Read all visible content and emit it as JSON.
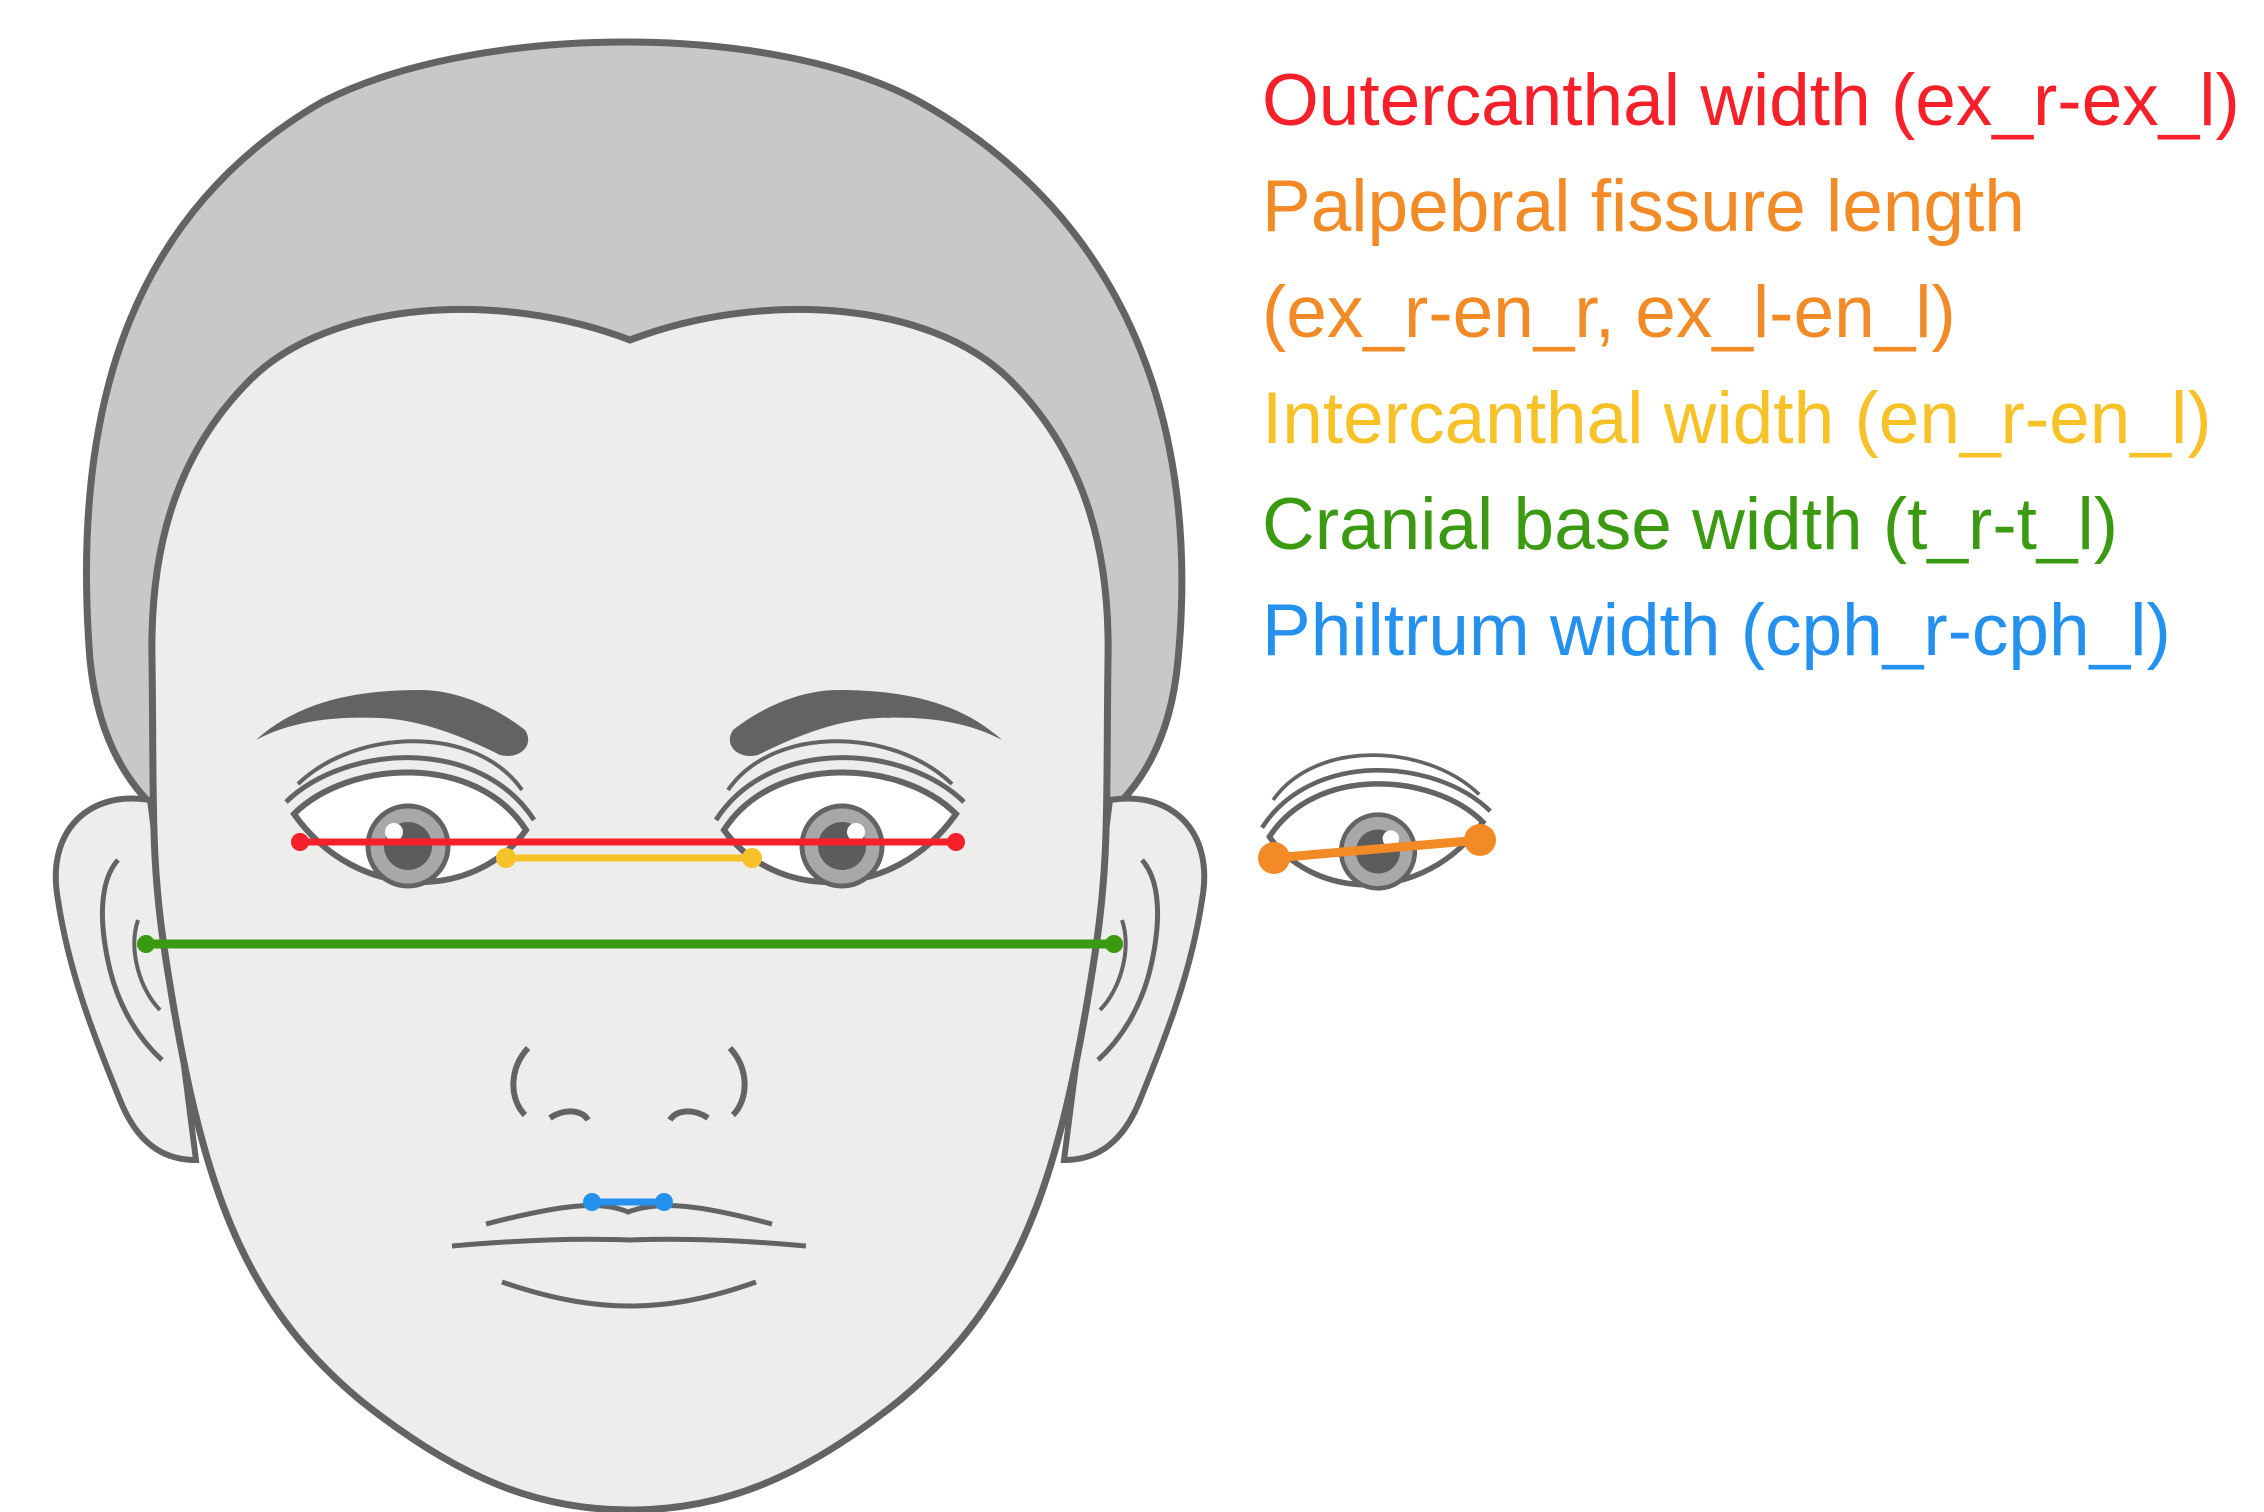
{
  "legend": [
    {
      "key": "outercanthal",
      "text": "Outercanthal width (ex_r-ex_l)",
      "color": "#f5202a"
    },
    {
      "key": "palpebral_1",
      "text": "Palpebral fissure length",
      "color": "#f28a25"
    },
    {
      "key": "palpebral_2",
      "text": "(ex_r-en_r, ex_l-en_l)",
      "color": "#f28a25"
    },
    {
      "key": "intercanthal",
      "text": "Intercanthal width (en_r-en_l)",
      "color": "#f7c128"
    },
    {
      "key": "cranial",
      "text": "Cranial base width (t_r-t_l)",
      "color": "#3b9a12"
    },
    {
      "key": "philtrum",
      "text": "Philtrum width (cph_r-cph_l)",
      "color": "#2591ef"
    }
  ],
  "colors": {
    "hair": "#c8c8c8",
    "skin": "#ededec",
    "outline": "#636363",
    "iris": "#a8a8a8",
    "pupil": "#5c5c5c",
    "outercanthal": "#f5202a",
    "palpebral": "#f28a25",
    "intercanthal": "#f7c128",
    "cranial": "#3b9a12",
    "philtrum": "#2591ef"
  }
}
